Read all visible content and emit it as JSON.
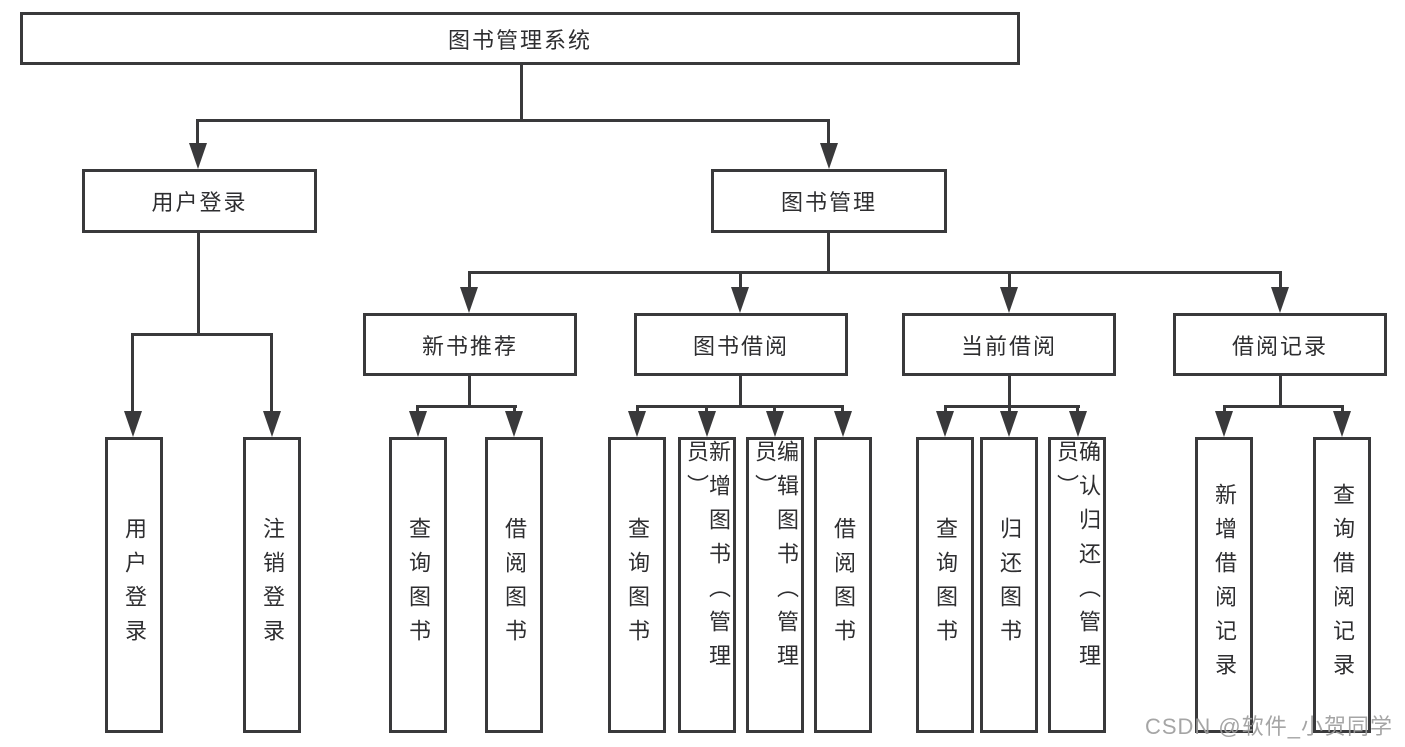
{
  "tree": {
    "root": {
      "label": "图书管理系统"
    },
    "branches": [
      {
        "label": "用户登录",
        "children": [
          {
            "label": "用户登录"
          },
          {
            "label": "注销登录"
          }
        ]
      },
      {
        "label": "图书管理",
        "children": [
          {
            "label": "新书推荐",
            "children": [
              {
                "label": "查询图书"
              },
              {
                "label": "借阅图书"
              }
            ]
          },
          {
            "label": "图书借阅",
            "children": [
              {
                "label": "查询图书"
              },
              {
                "label": "新增图书（管理员）"
              },
              {
                "label": "编辑图书（管理员）"
              },
              {
                "label": "借阅图书"
              }
            ]
          },
          {
            "label": "当前借阅",
            "children": [
              {
                "label": "查询图书"
              },
              {
                "label": "归还图书"
              },
              {
                "label": "确认归还（管理员）"
              }
            ]
          },
          {
            "label": "借阅记录",
            "children": [
              {
                "label": "新增借阅记录"
              },
              {
                "label": "查询借阅记录"
              }
            ]
          }
        ]
      }
    ]
  },
  "watermark": {
    "text": "CSDN @软件_小贺同学"
  },
  "colors": {
    "line": "#39393b",
    "text": "#2e2e30",
    "box_background": "#ffffff",
    "watermark": "#9d9d9d"
  }
}
